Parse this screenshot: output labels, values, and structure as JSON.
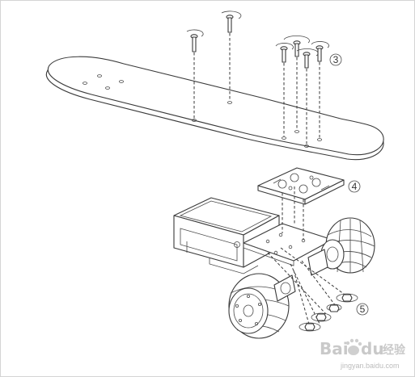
{
  "callouts": {
    "c3": "3",
    "c4": "4",
    "c5": "5"
  },
  "watermark": {
    "brand_left": "Bai",
    "brand_right": "du",
    "suffix": "经验",
    "url": "jingyan.baidu.com",
    "paw_icon": "baidu-paw-icon"
  },
  "colors": {
    "line": "#3a3a3a",
    "watermark": "#c9c9c9",
    "background": "#ffffff"
  }
}
